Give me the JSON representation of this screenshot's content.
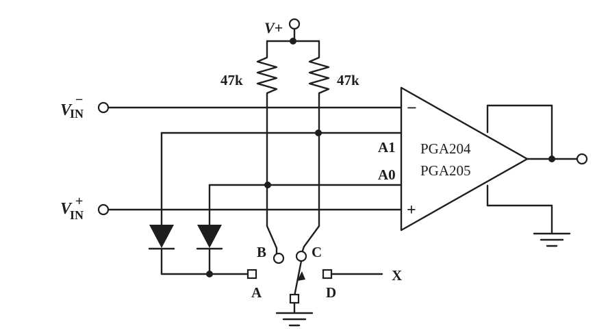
{
  "supply": {
    "label": "V+"
  },
  "resistors": [
    {
      "value": "47k"
    },
    {
      "value": "47k"
    }
  ],
  "inputs": {
    "inverting": {
      "main": "V",
      "sub": "IN",
      "sup": "−"
    },
    "noninverting": {
      "main": "V",
      "sub": "IN",
      "sup": "+"
    }
  },
  "amplifier": {
    "pins": {
      "a1": "A1",
      "a0": "A0",
      "minus": "−",
      "plus": "+"
    },
    "part_lines": [
      "PGA204",
      "PGA205"
    ]
  },
  "switch_labels": {
    "a": "A",
    "b": "B",
    "c": "C",
    "d": "D",
    "x": "X"
  }
}
